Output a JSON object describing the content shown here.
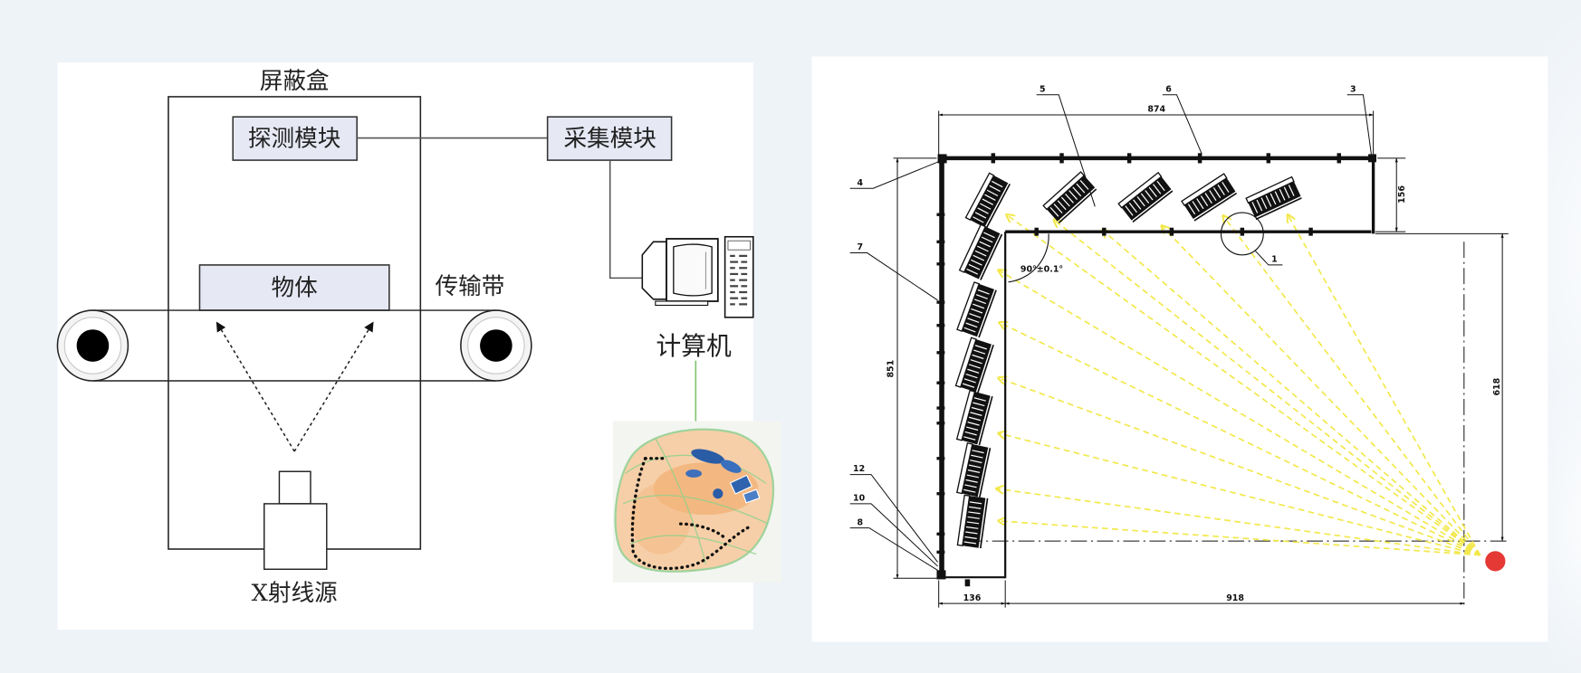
{
  "left_diagram": {
    "shield_box_label": "屏蔽盒",
    "detector_module_label": "探测模块",
    "acquisition_module_label": "采集模块",
    "computer_label": "计算机",
    "object_label": "物体",
    "conveyor_label": "传输带",
    "xray_source_label": "X射线源",
    "icons": {
      "computer": "computer-icon",
      "scan_image": "xray-scan-image",
      "conveyor_roller": "roller-icon"
    }
  },
  "right_diagram": {
    "dimensions": {
      "top_width": "874",
      "top_depth": "156",
      "left_height": "851",
      "right_height": "618",
      "bottom_left": "136",
      "bottom_right": "918"
    },
    "angle_label": "90°±0.1°",
    "part_labels": {
      "p1": "1",
      "p3": "3",
      "p4": "4",
      "p5": "5",
      "p6": "6",
      "p7": "7",
      "p8": "8",
      "p10": "10",
      "p12": "12"
    },
    "icons": {
      "detector": "detector-module-icon",
      "source": "xray-source-dot"
    }
  },
  "colors": {
    "background": "#eef3f8",
    "module_fill": "#e6e8f4",
    "ray": "#f2e84a",
    "source_dot": "#e53935",
    "link_line": "#7cc36b"
  }
}
